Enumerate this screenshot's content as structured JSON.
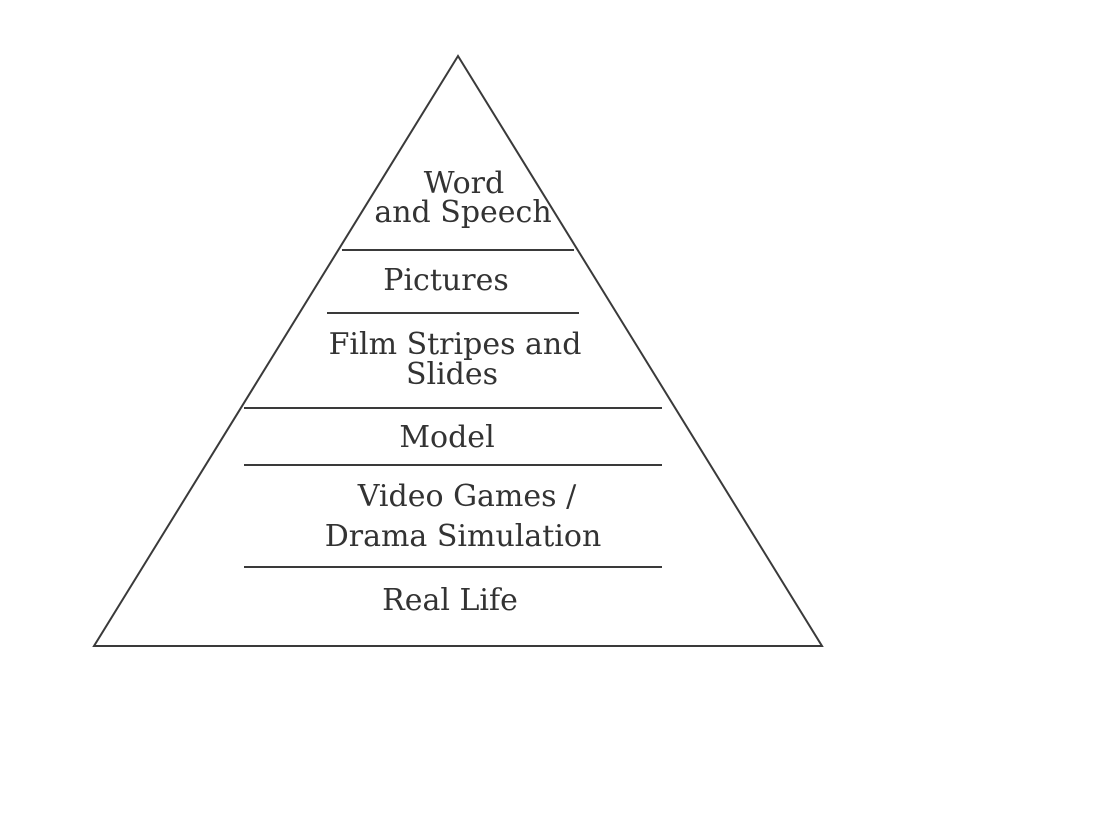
{
  "diagram": {
    "tiers": [
      {
        "lines": [
          "Word",
          "and Speech"
        ]
      },
      {
        "lines": [
          "Pictures"
        ]
      },
      {
        "lines": [
          "Film Stripes and",
          "Slides"
        ]
      },
      {
        "lines": [
          "Model"
        ]
      },
      {
        "lines": [
          "Video Games /",
          "Drama Simulation"
        ]
      },
      {
        "lines": [
          "Real Life"
        ]
      }
    ]
  },
  "colors": {
    "stroke": "#3a3a3a",
    "text": "#333333",
    "background": "#ffffff"
  }
}
